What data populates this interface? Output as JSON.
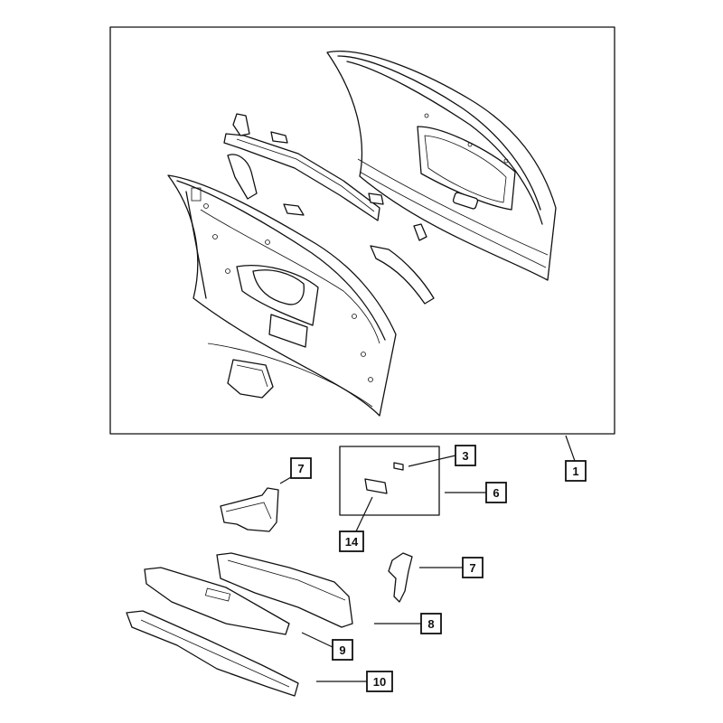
{
  "callouts": [
    {
      "id": "c1",
      "label": "1"
    },
    {
      "id": "c3",
      "label": "3"
    },
    {
      "id": "c6",
      "label": "6"
    },
    {
      "id": "c7a",
      "label": "7"
    },
    {
      "id": "c14",
      "label": "14"
    },
    {
      "id": "c7b",
      "label": "7"
    },
    {
      "id": "c8",
      "label": "8"
    },
    {
      "id": "c9",
      "label": "9"
    },
    {
      "id": "c10",
      "label": "10"
    }
  ]
}
